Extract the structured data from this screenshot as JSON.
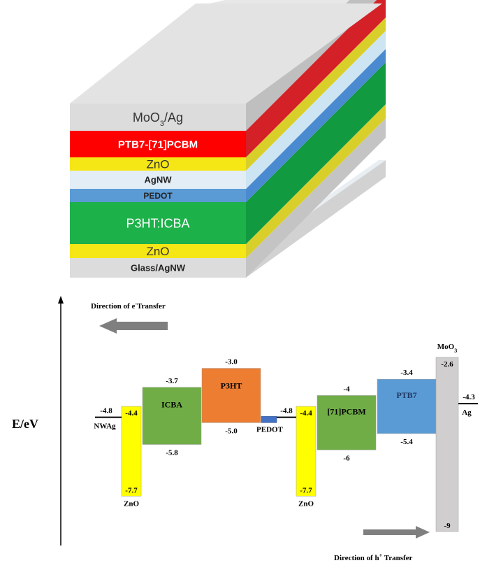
{
  "stack": {
    "layers": [
      {
        "label": "MoO",
        "sub": "3",
        "suffix": "/Ag",
        "front": "#dcdcdc",
        "side": "#bfbfbf",
        "text": "#333333"
      },
      {
        "label": "PTB7-[71]PCBM",
        "sub": "",
        "suffix": "",
        "front": "#ff0000",
        "side": "#d42027",
        "text": "#ffffff"
      },
      {
        "label": "ZnO",
        "sub": "",
        "suffix": "",
        "front": "#f5e615",
        "side": "#d9cf2a",
        "text": "#333333"
      },
      {
        "label": "AgNW",
        "sub": "",
        "suffix": "",
        "front": "#e2edf6",
        "side": "#cde4f3",
        "text": "#222222"
      },
      {
        "label": "PEDOT",
        "sub": "",
        "suffix": "",
        "front": "#5b9bd5",
        "side": "#4a8ad0",
        "text": "#222222"
      },
      {
        "label": "P3HT:ICBA",
        "sub": "",
        "suffix": "",
        "front": "#1db14a",
        "side": "#129a40",
        "text": "#ffffff"
      },
      {
        "label": "ZnO",
        "sub": "",
        "suffix": "",
        "front": "#f5e615",
        "side": "#d9cf2a",
        "text": "#333333"
      },
      {
        "label": "Glass/AgNW",
        "sub": "",
        "suffix": "",
        "front": "#dcdcdc",
        "side": "#c4c4c4",
        "text": "#222222"
      }
    ]
  },
  "energy": {
    "axis_label": "E/eV",
    "electron_direction": {
      "prefix": "Direction of e",
      "sup": "-",
      "suffix": "Transfer"
    },
    "hole_direction": {
      "prefix": "Direction of h",
      "sup": "+",
      "suffix": " Transfer"
    },
    "blocks": [
      {
        "id": "zno-left",
        "name": "",
        "top": -4.4,
        "bottom": -7.7,
        "top_label": "-4.4",
        "bottom_label": "-7.7",
        "color": "#ffff00",
        "below": "ZnO"
      },
      {
        "id": "icba",
        "name": "ICBA",
        "top": -3.7,
        "bottom": -5.8,
        "top_label": "-3.7",
        "bottom_label": "-5.8",
        "color": "#70ad47",
        "below": ""
      },
      {
        "id": "p3ht",
        "name": "P3HT",
        "top": -3.0,
        "bottom": -5.0,
        "top_label": "-3.0",
        "bottom_label": "-5.0",
        "color": "#ed7d31",
        "below": ""
      },
      {
        "id": "zno-right",
        "name": "",
        "top": -4.4,
        "bottom": -7.7,
        "top_label": "-4.4",
        "bottom_label": "-7.7",
        "color": "#ffff00",
        "below": "ZnO"
      },
      {
        "id": "pcbm",
        "name": "[71]PCBM",
        "top": -4.0,
        "bottom": -6.0,
        "top_label": "-4",
        "bottom_label": "-6",
        "color": "#70ad47",
        "below": ""
      },
      {
        "id": "ptb7",
        "name": "PTB7",
        "top": -3.4,
        "bottom": -5.4,
        "top_label": "-3.4",
        "bottom_label": "-5.4",
        "color": "#5b9bd5",
        "below": ""
      },
      {
        "id": "moo3",
        "name": "",
        "top": -2.6,
        "bottom": -9.0,
        "top_label": "-2.6",
        "bottom_label": "-9",
        "color": "#d0cece",
        "below": ""
      }
    ],
    "moo3_label": {
      "prefix": "MoO",
      "sub": "3"
    },
    "pedot": {
      "level": -5.0,
      "label": "PEDOT",
      "color": "#4472c4"
    },
    "levels": [
      {
        "id": "nwag",
        "value": -4.8,
        "value_label": "-4.8",
        "name": "NWAg"
      },
      {
        "id": "pedot-level",
        "value": -4.8,
        "value_label": "-4.8",
        "name": ""
      },
      {
        "id": "ag",
        "value": -4.3,
        "value_label": "-4.3",
        "name": "Ag"
      }
    ]
  }
}
